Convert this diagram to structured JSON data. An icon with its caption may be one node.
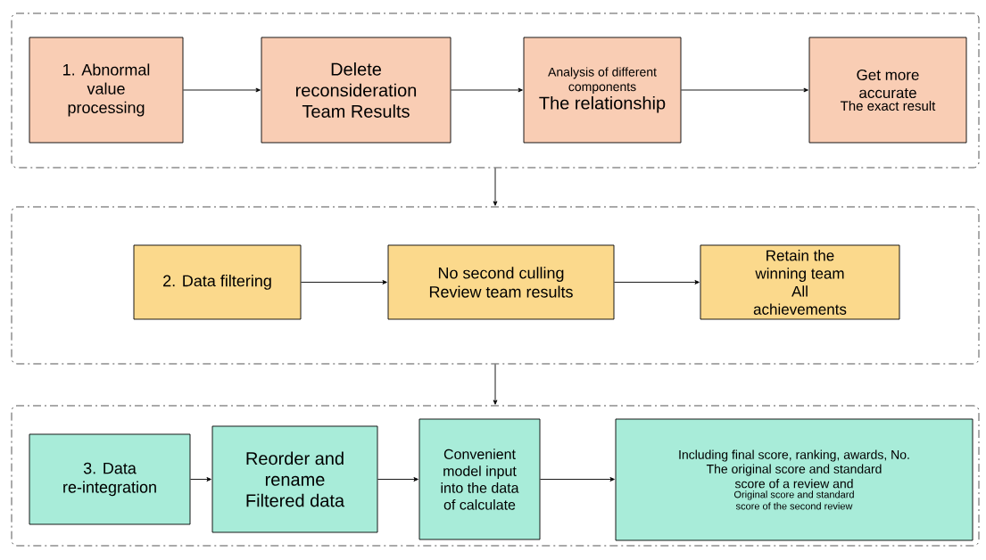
{
  "diagram": {
    "nodes": [
      {
        "text": [],
        "shape": "box"
      },
      {
        "text": [
          "1. Abnormal value processing"
        ],
        "in": 0
      },
      {
        "text": [
          "Delete reconsideration Team Results"
        ],
        "in": 0
      },
      {
        "text": [
          "Analysis of different components",
          "The relationship"
        ],
        "in": 0
      },
      {
        "text": [
          "Get more accurate",
          "The exact result"
        ],
        "in": 0
      },
      {
        "text": [],
        "shape": "box"
      },
      {
        "text": [
          "2. Data filtering"
        ],
        "in": 5
      },
      {
        "text": [
          "No second culling Review team results"
        ],
        "in": 5
      },
      {
        "text": [
          "Retain the winning team All achievements"
        ],
        "in": 5
      },
      {
        "text": [],
        "shape": "box"
      },
      {
        "text": [
          "3. Data re-integration"
        ],
        "in": 9
      },
      {
        "text": [
          "Reorder and rename Filtered data"
        ],
        "in": 9
      },
      {
        "text": [
          "Convenient model input into the data of calculate"
        ],
        "in": 9
      },
      {
        "text": [
          "Including final score, ranking, awards, No.",
          "The original score and standard score of a review and",
          "Original score and standard score of the second review"
        ],
        "in": 9
      }
    ],
    "edges": [
      {
        "from": 1,
        "to": 2,
        "arrow": "to"
      },
      {
        "from": 2,
        "to": 3,
        "arrow": "to"
      },
      {
        "from": 3,
        "to": 4,
        "arrow": "to"
      },
      {
        "from": 0,
        "to": 5,
        "arrow": "to"
      },
      {
        "from": 6,
        "to": 7,
        "arrow": "to"
      },
      {
        "from": 7,
        "to": 8,
        "arrow": "to"
      },
      {
        "from": 5,
        "to": 9,
        "arrow": "to"
      },
      {
        "from": 10,
        "to": 11,
        "arrow": "to"
      },
      {
        "from": 11,
        "to": 12,
        "arrow": "to"
      },
      {
        "from": 12,
        "to": 13,
        "arrow": "to"
      }
    ]
  }
}
